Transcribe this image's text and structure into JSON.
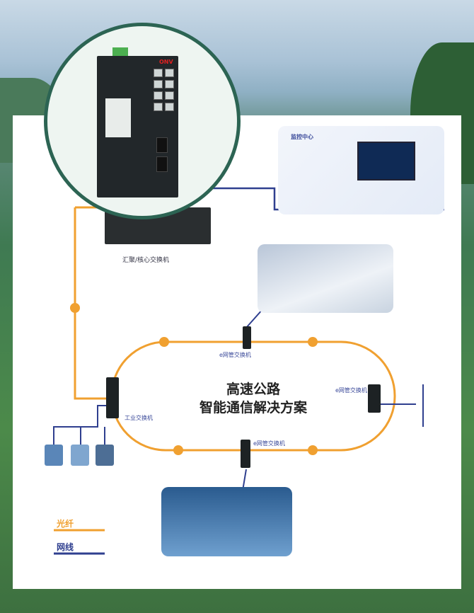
{
  "product": {
    "brand": "ONV"
  },
  "monitor_center": {
    "title": "监控中心"
  },
  "core_switch": {
    "label": "汇聚/核心交换机"
  },
  "ring": {
    "title_line1": "高速公路",
    "title_line2": "智能通信解决方案"
  },
  "switches": {
    "top": "e网管交换机",
    "bottom": "e网管交换机",
    "right": "e网管交换机",
    "left": "工业交换机"
  },
  "legend": {
    "fiber": "光纤",
    "cable": "网线"
  },
  "colors": {
    "fiber": "#f0a030",
    "cable": "#2f3f8f",
    "circle_border": "#2c6453"
  }
}
